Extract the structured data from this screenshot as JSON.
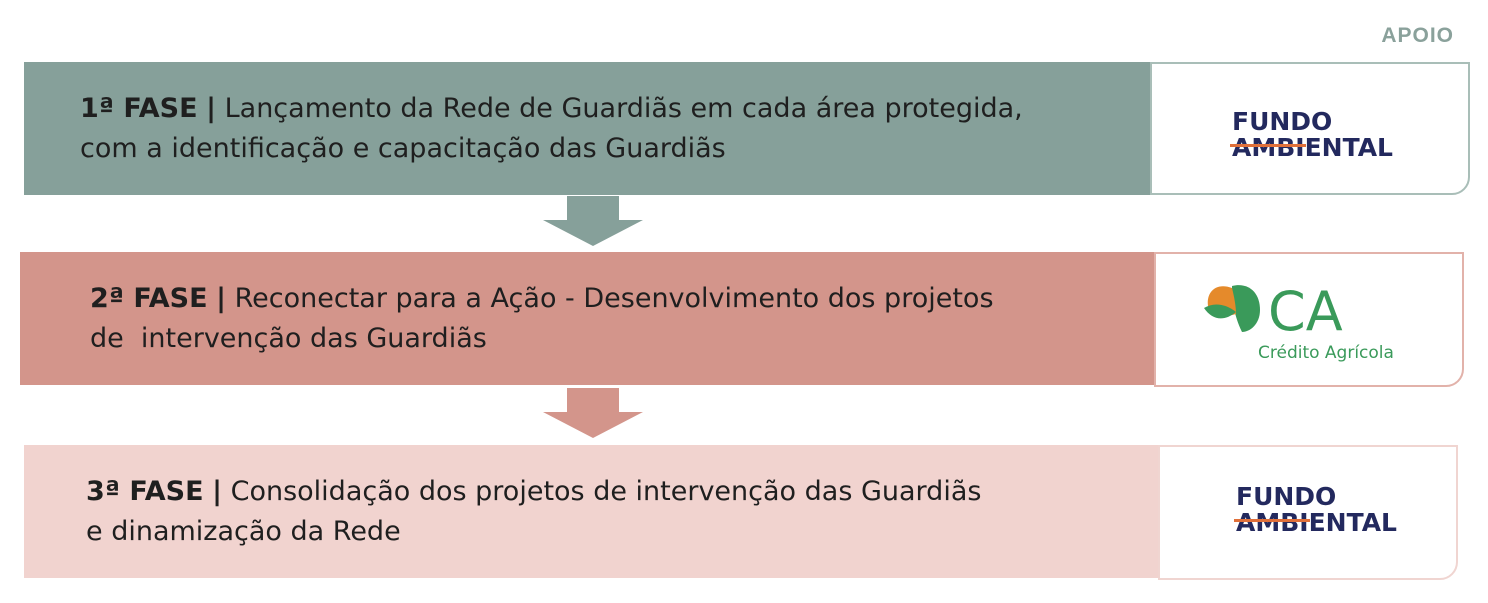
{
  "apoio_label": "APOIO",
  "phases": [
    {
      "label": "1ª FASE",
      "separator": "|",
      "line1": "Lançamento da Rede de Guardiãs em cada área protegida,",
      "line2": "com a identificação e capacitação das Guardiãs",
      "color": "#86a09a",
      "sponsor_logo": {
        "type": "fundo-ambiental",
        "line1": "FUNDO",
        "line2": "AMBIENTAL"
      }
    },
    {
      "label": "2ª FASE",
      "separator": "|",
      "line1": "Reconectar para a Ação - Desenvolvimento dos projetos",
      "line2": "de  intervenção das Guardiãs",
      "color": "#d3958b",
      "sponsor_logo": {
        "type": "credito-agricola",
        "mark": "CA",
        "name": "Crédito Agrícola"
      }
    },
    {
      "label": "3ª FASE",
      "separator": "|",
      "line1": "Consolidação dos projetos de intervenção das Guardiãs",
      "line2": "e dinamização da Rede",
      "color": "#f1d3cf",
      "sponsor_logo": {
        "type": "fundo-ambiental",
        "line1": "FUNDO",
        "line2": "AMBIENTAL"
      }
    }
  ],
  "colors": {
    "fundo_navy": "#23295e",
    "fundo_accent": "#e0703a",
    "ca_green": "#3a9a5a",
    "ca_orange": "#e58a2b",
    "apoio": "#8aa19b"
  }
}
